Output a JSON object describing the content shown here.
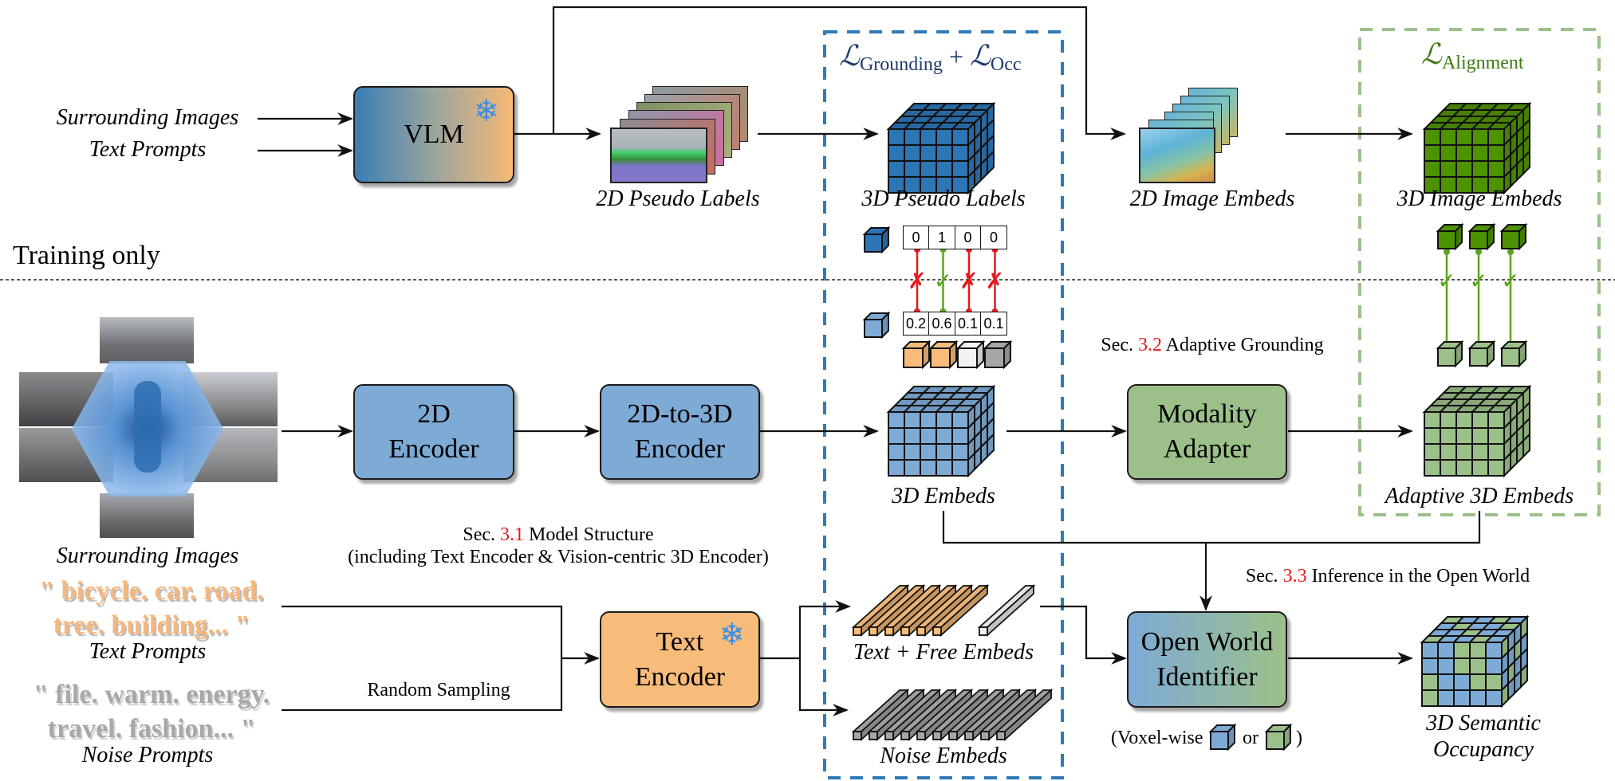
{
  "colors": {
    "blue_dark": "#2e75b6",
    "blue_light": "#7eaad6",
    "green_dark": "#4d9300",
    "green_light": "#9cc08a",
    "orange": "#f8bc7a",
    "gray": "#a6a6a6",
    "white_embed": "#f2f2f2",
    "red_mark": "#e8191c",
    "green_mark": "#5aa51e",
    "blue_dash": "#2e7bb8",
    "green_dash": "#9cc08a",
    "snowflake": "#3b8ee8",
    "loss_blue_text": "#1f3b6e",
    "loss_green_text": "#3f7a0e"
  },
  "top_branch": {
    "inputs": [
      "Surrounding Images",
      "Text Prompts"
    ],
    "vlm_label": "VLM",
    "frozen_icon": "snowflake-icon",
    "pseudo_2d_label": "2D Pseudo Labels",
    "pseudo_3d_label": "3D Pseudo Labels",
    "image_embeds_2d_label": "2D Image Embeds",
    "image_embeds_3d_label": "3D Image Embeds"
  },
  "losses": {
    "grounding": {
      "symbol": "ℒ",
      "sub": "Grounding",
      "plus": "+",
      "symbol2": "ℒ",
      "sub2": "Occ"
    },
    "alignment": {
      "symbol": "ℒ",
      "sub": "Alignment"
    }
  },
  "divider": {
    "label": "Training only"
  },
  "grounding_example": {
    "target": [
      "0",
      "1",
      "0",
      "0"
    ],
    "prediction": [
      "0.2",
      "0.6",
      "0.1",
      "0.1"
    ],
    "matches": [
      "cross",
      "check",
      "cross",
      "cross"
    ],
    "class_cubes": [
      "orange",
      "orange",
      "white",
      "gray"
    ]
  },
  "alignment_example": {
    "matches": [
      "check",
      "check",
      "check"
    ]
  },
  "main_branch": {
    "input_label": "Surrounding Images",
    "encoder_2d": [
      "2D",
      "Encoder"
    ],
    "encoder_2d_to_3d": [
      "2D-to-3D",
      "Encoder"
    ],
    "embeds_3d_label": "3D Embeds",
    "modality_adapter": [
      "Modality",
      "Adapter"
    ],
    "adaptive_embeds_label": "Adaptive 3D Embeds",
    "sec_31": {
      "prefix": "Sec. ",
      "num": "3.1",
      "title": " Model Structure",
      "subtitle": "(including Text Encoder & Vision-centric 3D Encoder)"
    },
    "sec_32": {
      "prefix": "Sec. ",
      "num": "3.2",
      "title": " Adaptive Grounding"
    },
    "sec_33": {
      "prefix": "Sec. ",
      "num": "3.3",
      "title": " Inference in the Open World"
    }
  },
  "text_branch": {
    "text_prompt_quote_l1": "\" bicycle. car. road.",
    "text_prompt_quote_l2": "tree. building... \"",
    "text_prompts_label": "Text Prompts",
    "noise_prompt_quote_l1": "\" file. warm. energy.",
    "noise_prompt_quote_l2": "travel. fashion... \"",
    "noise_prompts_label": "Noise Prompts",
    "random_sampling_label": "Random Sampling",
    "text_encoder": [
      "Text",
      "Encoder"
    ],
    "text_free_embeds_label": "Text + Free Embeds",
    "noise_embeds_label": "Noise Embeds",
    "text_embed_count": 6,
    "free_embed_count": 1,
    "noise_embed_count": 10
  },
  "inference": {
    "identifier": [
      "Open World",
      "Identifier"
    ],
    "voxelwise_prefix": "(Voxel-wise",
    "voxelwise_or": "or",
    "voxelwise_suffix": ")",
    "output_label_l1": "3D Semantic",
    "output_label_l2": "Occupancy",
    "occupancy_front_grid": [
      [
        "b",
        "b",
        "g",
        "g",
        "b"
      ],
      [
        "b",
        "b",
        "g",
        "g",
        "b"
      ],
      [
        "g",
        "b",
        "b",
        "g",
        "g"
      ],
      [
        "g",
        "b",
        "b",
        "b",
        "b"
      ]
    ]
  }
}
